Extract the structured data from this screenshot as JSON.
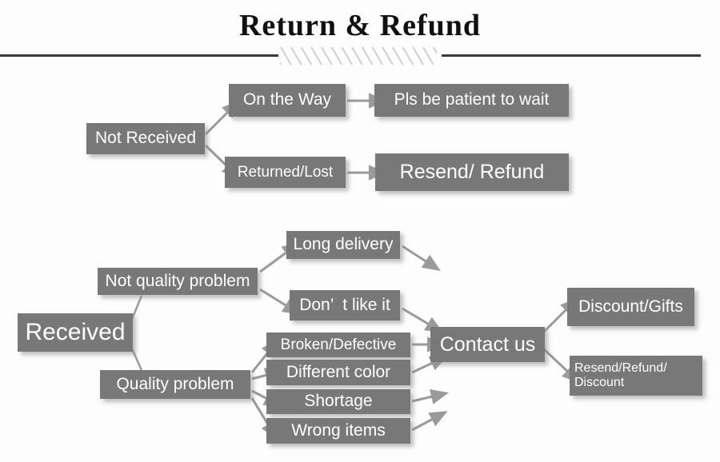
{
  "header": {
    "title": "Return & Refund"
  },
  "diagram": {
    "type": "flowchart",
    "box_color": "#787878",
    "text_color": "#ffffff",
    "connector_color": "#9a9a9a",
    "branches": [
      {
        "root": "Not Received",
        "paths": [
          {
            "step": "On the Way",
            "outcome": "Pls be patient to wait"
          },
          {
            "step": "Returned/Lost",
            "outcome": "Resend/ Refund"
          }
        ]
      },
      {
        "root": "Received",
        "categories": [
          {
            "name": "Not quality problem",
            "issues": [
              "Long delivery",
              "Don’  t like it"
            ]
          },
          {
            "name": "Quality problem",
            "issues": [
              "Broken/Defective",
              "Different color",
              "Shortage",
              "Wrong items"
            ]
          }
        ],
        "hub": "Contact us",
        "outcomes": [
          "Discount/Gifts",
          "Resend/Refund/\nDiscount"
        ]
      }
    ]
  },
  "nodes": {
    "not_received": "Not Received",
    "on_the_way": "On the Way",
    "pls_wait": "Pls be patient to wait",
    "returned_lost": "Returned/Lost",
    "resend_refund": "Resend/ Refund",
    "received": "Received",
    "not_quality_problem": "Not quality problem",
    "quality_problem": "Quality problem",
    "long_delivery": "Long delivery",
    "dont_like_it": "Don’  t like it",
    "broken_defective": "Broken/Defective",
    "different_color": "Different color",
    "shortage": "Shortage",
    "wrong_items": "Wrong items",
    "contact_us": "Contact us",
    "discount_gifts": "Discount/Gifts",
    "resend_refund_discount": "Resend/Refund/\nDiscount"
  }
}
